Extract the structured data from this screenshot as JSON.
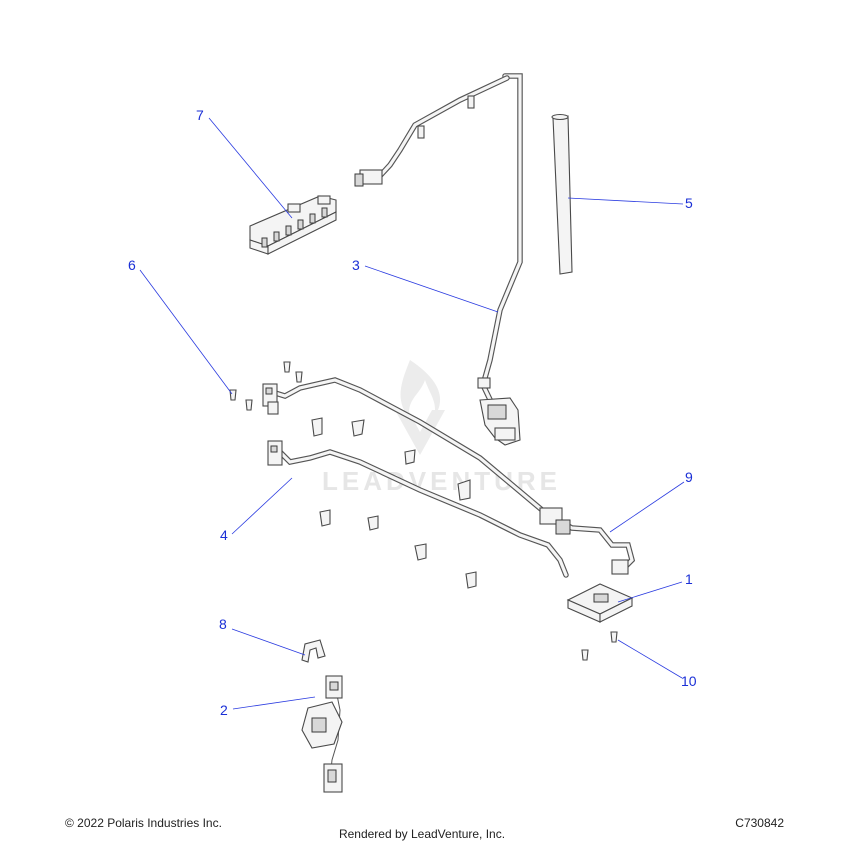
{
  "watermark": "LEADVENTURE",
  "callouts": [
    {
      "id": "1",
      "label": "1"
    },
    {
      "id": "2",
      "label": "2"
    },
    {
      "id": "3",
      "label": "3"
    },
    {
      "id": "4",
      "label": "4"
    },
    {
      "id": "5",
      "label": "5"
    },
    {
      "id": "6",
      "label": "6"
    },
    {
      "id": "7",
      "label": "7"
    },
    {
      "id": "8",
      "label": "8"
    },
    {
      "id": "9",
      "label": "9"
    },
    {
      "id": "10",
      "label": "10"
    }
  ],
  "footer": {
    "copyright": "© 2022 Polaris Industries Inc.",
    "rendered_by": "Rendered by LeadVenture, Inc.",
    "doc_id": "C730842"
  },
  "colors": {
    "callout": "#1a2fd6",
    "line_art": "#4a4a4a"
  }
}
